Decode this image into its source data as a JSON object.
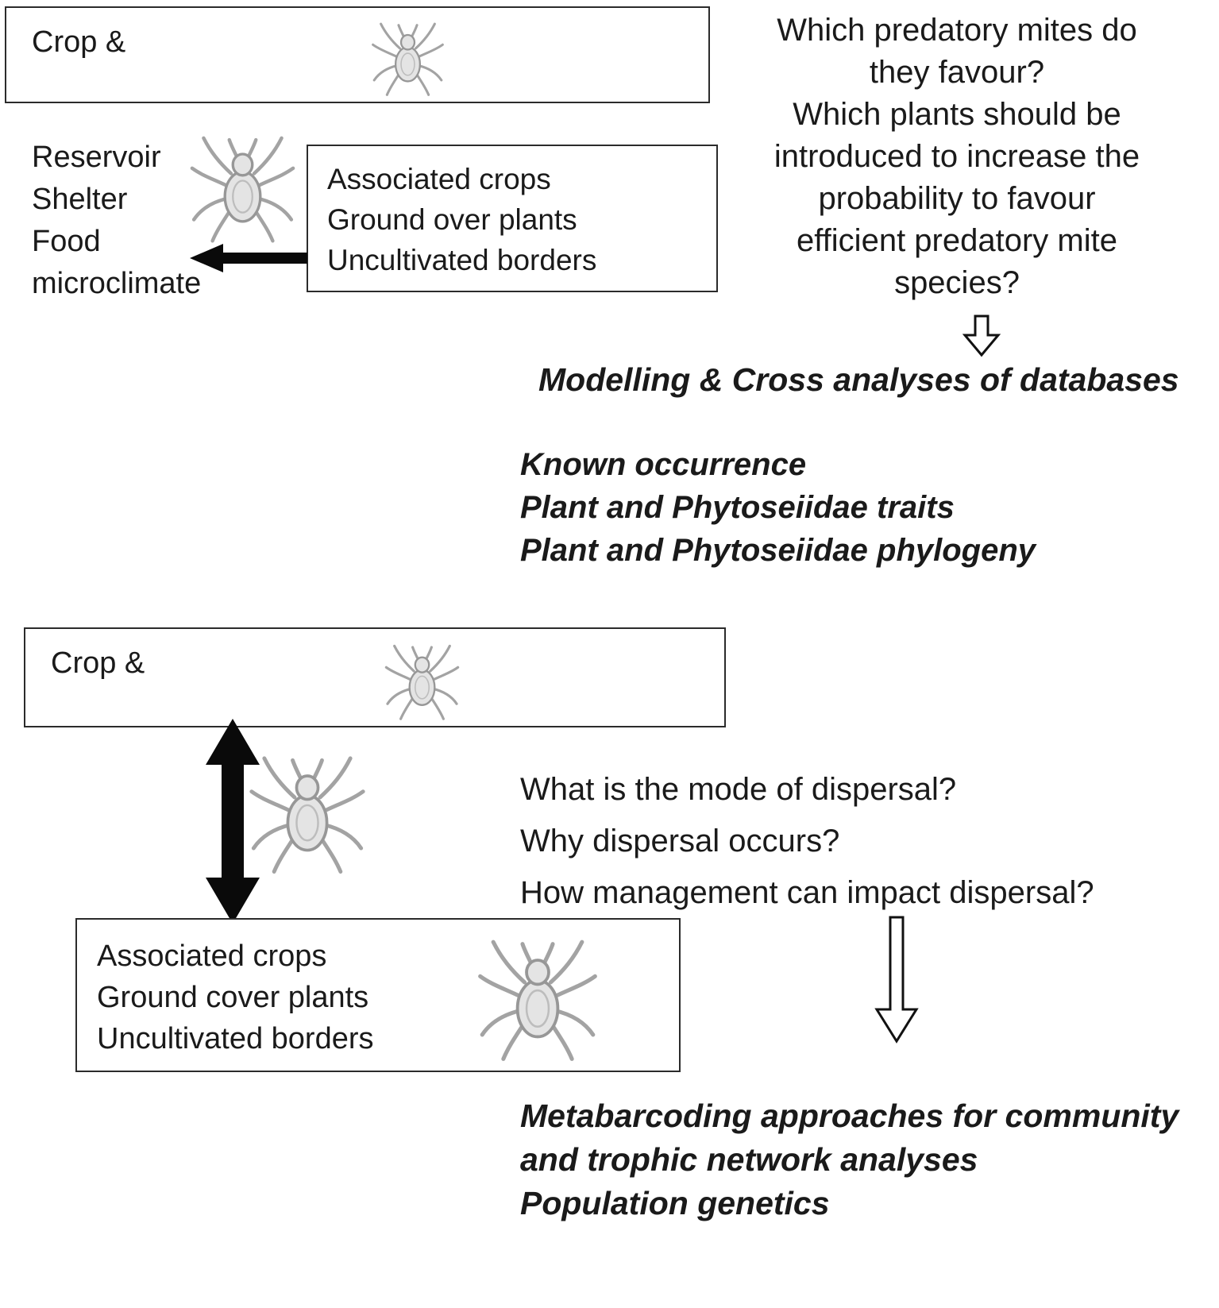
{
  "figure": {
    "top": {
      "crop_box_label": "Crop &",
      "habitat_lines": [
        "Reservoir",
        "Shelter",
        "Food",
        "microclimate"
      ],
      "associated_box_lines": [
        "Associated crops",
        "Ground over plants",
        "Uncultivated borders"
      ],
      "question_lines": [
        "Which predatory mites do",
        "they favour?",
        "Which plants should be",
        "introduced to increase the",
        "probability to favour",
        "efficient predatory mite",
        "species?"
      ],
      "method_title": "Modelling & Cross analyses of databases",
      "method_lines": [
        "Known occurrence",
        "Plant and Phytoseiidae traits",
        "Plant and Phytoseiidae phylogeny"
      ]
    },
    "bottom": {
      "crop_box_label": "Crop &",
      "associated_box_lines": [
        "Associated crops",
        "Ground cover plants",
        "Uncultivated borders"
      ],
      "question_lines": [
        "What is the  mode of dispersal?",
        "Why dispersal occurs?",
        "How management can impact dispersal?"
      ],
      "method_lines": [
        "Metabarcoding approaches for community",
        "and trophic network analyses",
        "Population genetics"
      ]
    },
    "icons": {
      "mite": "mite-icon",
      "left_arrow": "left-arrow-solid",
      "down_arrow_small": "down-arrow-outline",
      "double_arrow": "double-arrow-vertical-solid",
      "down_arrow_tall": "down-arrow-outline-tall"
    },
    "colors": {
      "text": "#1a1a1a",
      "border": "#2b2b2b",
      "arrow_solid": "#0a0a0a",
      "arrow_outline_stroke": "#111111",
      "mite_body": "#e4e4e4",
      "mite_stroke": "#9a9a9a"
    }
  }
}
